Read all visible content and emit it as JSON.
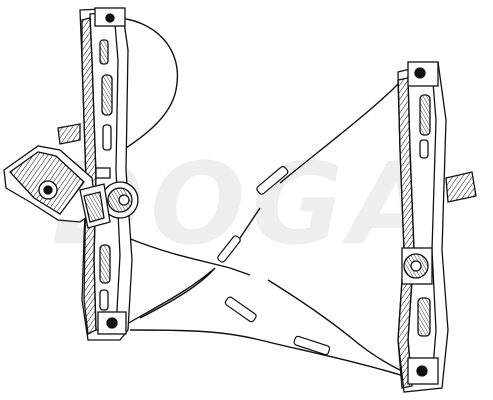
{
  "image": {
    "subject": "window-regulator-line-drawing",
    "watermark_text": "DOGA"
  },
  "colors": {
    "ink": "#111111",
    "background": "#ffffff",
    "watermark": "#dcdcdc"
  },
  "parts": {
    "left_rail": "window-regulator-left-guide-rail",
    "right_rail": "window-regulator-right-guide-rail",
    "motor": "electric-motor-gearbox",
    "cable": "drive-cable"
  }
}
